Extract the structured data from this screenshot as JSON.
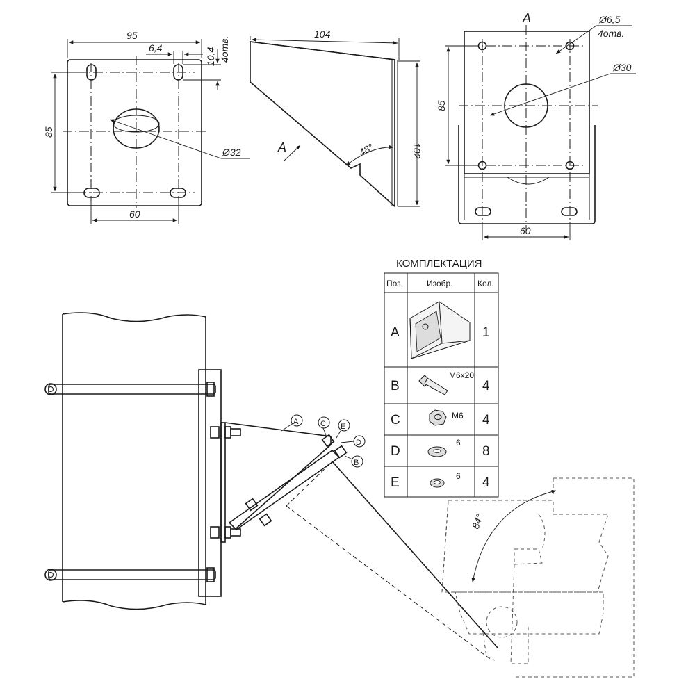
{
  "top_left": {
    "dim_width": "95",
    "dim_slot": "6,4",
    "dim_slot_h": "10,4",
    "dim_slot_count": "4отв.",
    "dim_height": "85",
    "dim_hole": "Ø32",
    "dim_spacing": "60"
  },
  "top_middle": {
    "dim_length": "104",
    "dim_height": "102",
    "angle": "48°",
    "view_label": "A"
  },
  "top_right": {
    "view_label": "A",
    "dim_hole_small": "Ø6,5",
    "dim_hole_count": "4отв.",
    "dim_hole": "Ø30",
    "dim_height": "85",
    "dim_spacing": "60"
  },
  "kit": {
    "title": "КОМПЛЕКТАЦИЯ",
    "headers": [
      "Поз.",
      "Изобр.",
      "Кол."
    ],
    "rows": [
      {
        "pos": "A",
        "note": "",
        "qty": "1"
      },
      {
        "pos": "B",
        "note": "M6x20",
        "qty": "4"
      },
      {
        "pos": "C",
        "note": "M6",
        "qty": "4"
      },
      {
        "pos": "D",
        "note": "6",
        "qty": "8"
      },
      {
        "pos": "E",
        "note": "6",
        "qty": "4"
      }
    ]
  },
  "assembly": {
    "callouts": [
      "A",
      "C",
      "E",
      "D",
      "B"
    ],
    "angle": "84°"
  }
}
